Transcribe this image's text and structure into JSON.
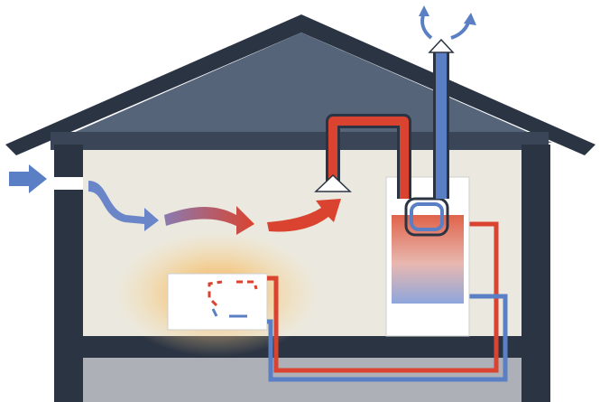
{
  "diagram": {
    "subject": "house-heat-recovery-ventilation",
    "labels": [],
    "colors": {
      "wall_dark": "#2b3443",
      "wall_mid": "#3a4557",
      "roof_inner": "#56647a",
      "interior_wall": "#ebe9df",
      "floor_band": "#aeb0b8",
      "warm_red": "#d9432f",
      "cool_blue": "#5a7fc4",
      "heater_glow": "#f2a23c",
      "unit_fill": "#ffffff"
    },
    "elements": {
      "fresh_air_inlet": "arrow-right-icon",
      "warming_air_flow": "curved-arrow-icon",
      "stove": "heater-box",
      "heat_exchanger": "heat-exchanger-unit",
      "exhaust": "arrow-up-icon"
    }
  }
}
